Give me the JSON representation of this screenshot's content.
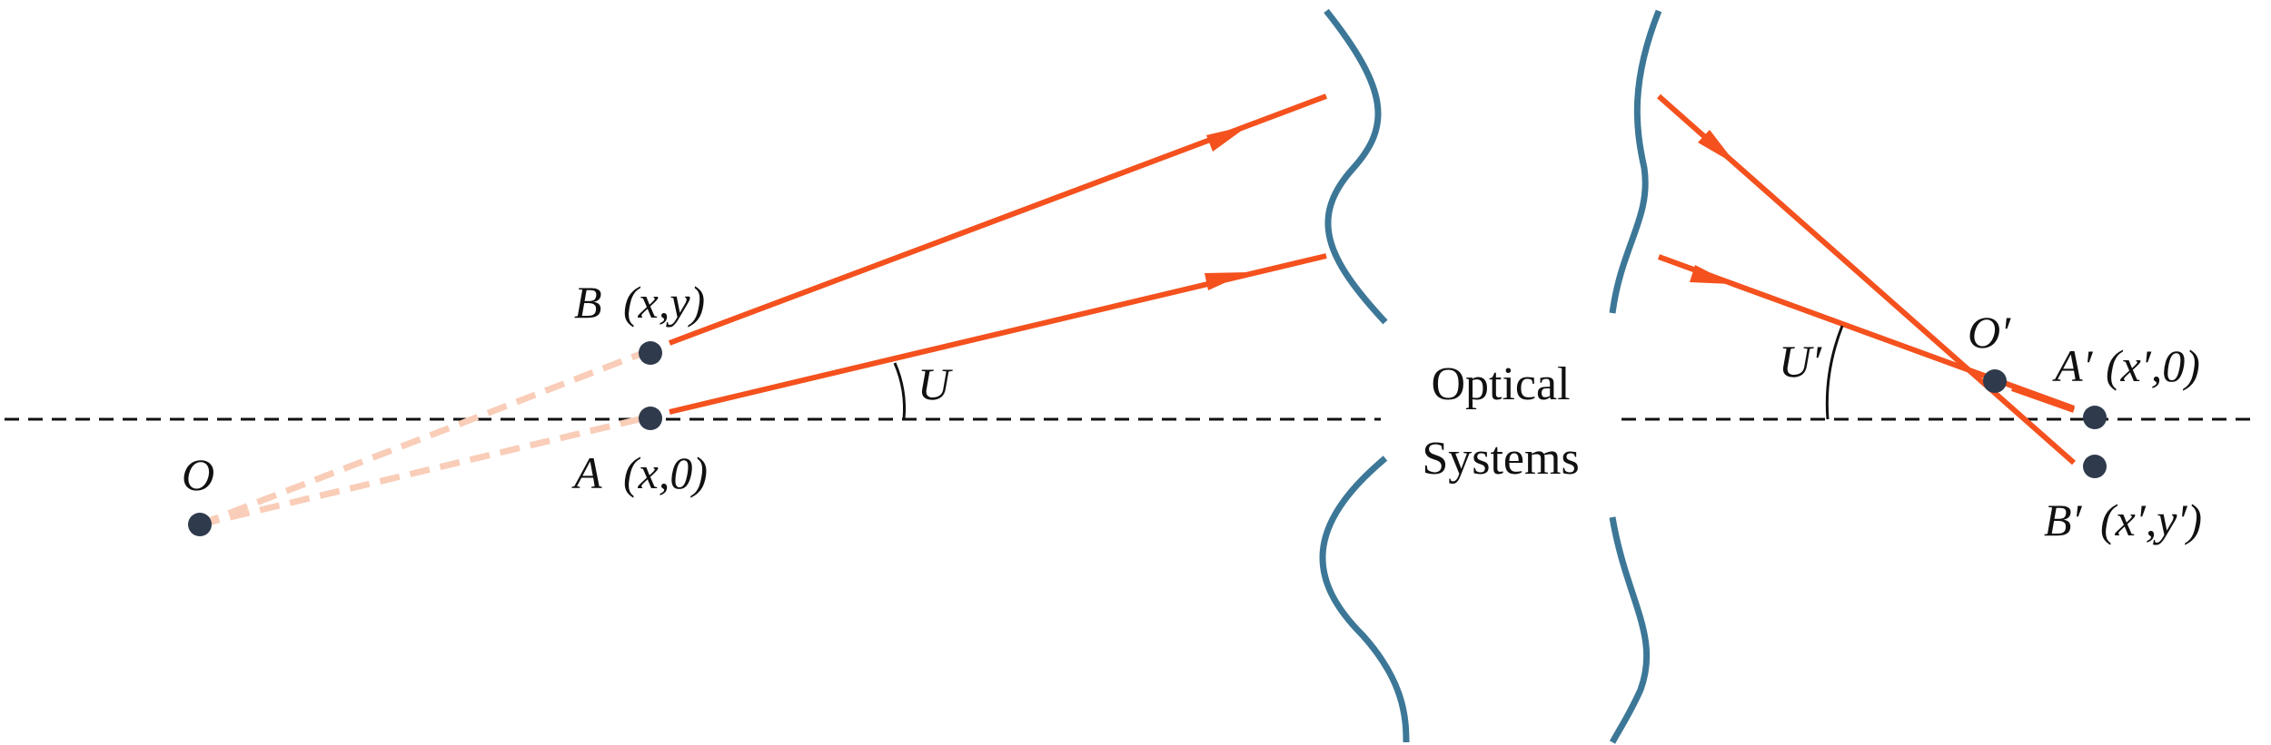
{
  "colors": {
    "ray": "#f4511e",
    "ray_faded": "#f9cdb8",
    "lens": "#3d7797",
    "point": "#2f3a4c",
    "axis": "#111111"
  },
  "system": {
    "line1": "Optical",
    "line2": "Systems"
  },
  "labels": {
    "O": "O",
    "B_name": "B",
    "B_coords": "(x,y)",
    "A_name": "A",
    "A_coords": "(x,0)",
    "U": "U",
    "U_prime": "U′",
    "O_prime": "O′",
    "A_prime_name": "A′",
    "A_prime_coords": "(x′,0)",
    "B_prime_name": "B′",
    "B_prime_coords": "(x′,y′)"
  }
}
